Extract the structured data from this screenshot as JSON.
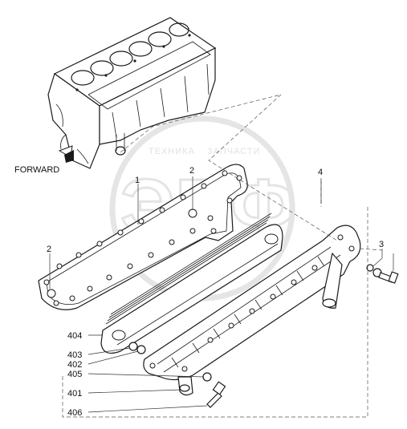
{
  "direction": {
    "label": "FORWARD"
  },
  "watermark": {
    "brand": "ЭПФ",
    "caption_left": "ТЕХНИКА",
    "caption_right": "ЗАПЧАСТИ"
  },
  "callouts": [
    {
      "id": "c1",
      "label": "1"
    },
    {
      "id": "c2a",
      "label": "2"
    },
    {
      "id": "c2b",
      "label": "2"
    },
    {
      "id": "c3",
      "label": "3"
    },
    {
      "id": "c4",
      "label": "4"
    },
    {
      "id": "c404",
      "label": "404"
    },
    {
      "id": "c403",
      "label": "403"
    },
    {
      "id": "c402",
      "label": "402"
    },
    {
      "id": "c405",
      "label": "405"
    },
    {
      "id": "c401",
      "label": "401"
    },
    {
      "id": "c406",
      "label": "406"
    }
  ]
}
